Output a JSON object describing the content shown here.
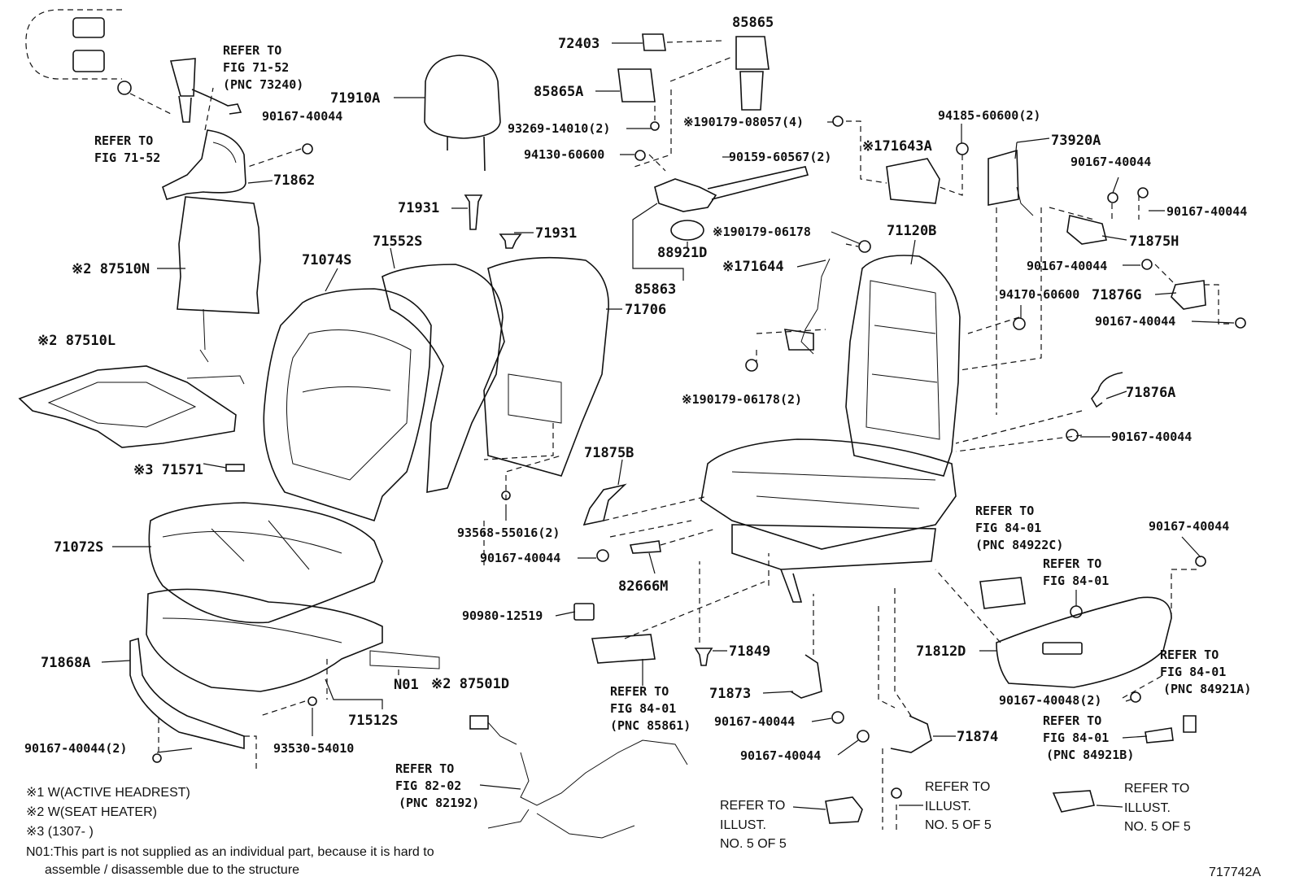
{
  "diagram_id": "717742A",
  "callouts": {
    "refer_7152_a": [
      "REFER TO",
      "FIG 71-52",
      "(PNC 73240)"
    ],
    "refer_7152_b": [
      "REFER TO",
      "FIG 71-52"
    ],
    "p90167_1": "90167-40044",
    "p71862": "71862",
    "p71910A": "71910A",
    "p72403": "72403",
    "p85865": "85865",
    "p85865A": "85865A",
    "p93269": "93269-14010(2)",
    "p94130": "94130-60600",
    "p190179_08057": "※190179-08057(4)",
    "p90159": "90159-60567(2)",
    "p171643A": "※171643A",
    "p94185": "94185-60600(2)",
    "p73920A": "73920A",
    "p90167_2": "90167-40044",
    "p90167_3": "90167-40044",
    "p71875H": "71875H",
    "p71931a": "71931",
    "p71931b": "71931",
    "p88921D": "88921D",
    "p190179_06178a": "※190179-06178",
    "p71120B": "71120B",
    "p87510N": "※2 87510N",
    "p71552S": "71552S",
    "p71074S": "71074S",
    "p171644": "※171644",
    "p85863": "85863",
    "p71706": "71706",
    "p90167_4": "90167-40044",
    "p71876G": "71876G",
    "p94170": "94170-60600",
    "p90167_5": "90167-40044",
    "p87510L": "※2 87510L",
    "p190179_06178b": "※190179-06178(2)",
    "p71876A": "71876A",
    "p90167_6": "90167-40044",
    "p71875B": "71875B",
    "p71571": "※3 71571",
    "p93568": "93568-55016(2)",
    "refer_8401_c": [
      "REFER TO",
      "FIG 84-01",
      "(PNC 84922C)"
    ],
    "p90167_7": "90167-40044",
    "p71072S": "71072S",
    "p90167_8": "90167-40044",
    "refer_8401_d": [
      "REFER TO",
      "FIG 84-01"
    ],
    "p82666M": "82666M",
    "p90980": "90980-12519",
    "p71849": "71849",
    "p71812D": "71812D",
    "p71868A": "71868A",
    "refer_8401_a": [
      "REFER TO",
      "FIG 84-01",
      "(PNC 84921A)"
    ],
    "pN01": "N01",
    "p87501D": "※2 87501D",
    "refer_8401_85861": [
      "REFER TO",
      "FIG 84-01",
      "(PNC 85861)"
    ],
    "p71873": "71873",
    "p90167_48": "90167-40048(2)",
    "p71512S": "71512S",
    "p90167_9": "90167-40044",
    "p90167_10": "90167-40044(2)",
    "p93530": "93530-54010",
    "p71874": "71874",
    "refer_8401_b": [
      "REFER TO",
      "FIG 84-01",
      "(PNC 84921B)"
    ],
    "p90167_11": "90167-40044",
    "refer_8202": [
      "REFER TO",
      "FIG 82-02",
      "(PNC 82192)"
    ],
    "illust_a": [
      "REFER TO",
      "ILLUST.",
      "NO. 5 OF 5"
    ],
    "illust_b": [
      "REFER TO",
      "ILLUST.",
      "NO. 5 OF 5"
    ],
    "illust_c": [
      "REFER TO",
      "ILLUST.",
      "NO. 5 OF 5"
    ]
  },
  "notes": {
    "n1": "※1 W(ACTIVE HEADREST)",
    "n2": "※2 W(SEAT HEATER)",
    "n3": "※3 (1307-       )",
    "n4a": "N01:This part is not supplied as an individual part, because it is hard to",
    "n4b": "assemble / disassemble due to the structure"
  }
}
